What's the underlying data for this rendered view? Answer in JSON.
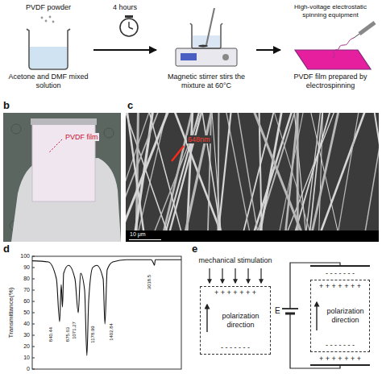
{
  "diagram": {
    "nodes": [
      {
        "text": [
          "PVDF powder",
          "Acetone and DMF mixed solution"
        ]
      },
      {
        "text": [
          "Magnetic stirrer stirs the mixture at 60°C"
        ]
      },
      {
        "text": [
          "High-voltage electrostatic spinning equipment",
          "PVDF film prepared by electrospinning"
        ]
      },
      {
        "text": [
          "polarization direction"
        ]
      },
      {
        "text": [
          "polarization direction"
        ]
      }
    ],
    "edges": [
      {
        "from": 0,
        "to": 1,
        "arrow": "to",
        "label": "4 hours"
      },
      {
        "from": 1,
        "to": 2,
        "arrow": "to"
      }
    ],
    "labels": [
      "b",
      "PVDF film",
      "c",
      "648nm",
      "10 μm",
      "d",
      "Transmittance(%)",
      "100",
      "90",
      "80",
      "70",
      "60",
      "50",
      "40",
      "30",
      "20",
      "10",
      "0",
      "840.44",
      "875.63",
      "1071.27",
      "1178.99",
      "1402.84",
      "3018.5",
      "e",
      "mechanical stimulation",
      "E",
      "+ + + + + + +",
      "- - - - - - -",
      "- - - - - - -",
      "+ + + + + + +",
      "- - - - - - -",
      "+ + + + + + +"
    ]
  }
}
